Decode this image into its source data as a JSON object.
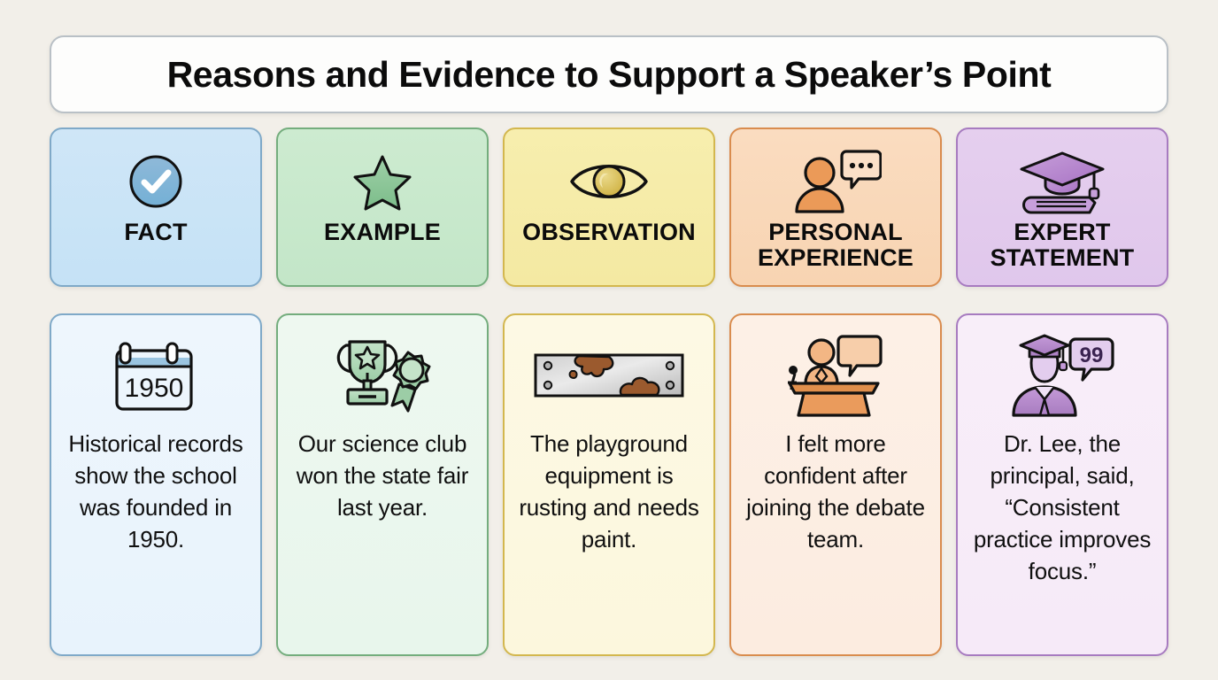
{
  "header": {
    "title": "Reasons and Evidence to Support a Speaker’s Point"
  },
  "colors": {
    "background": "#f2efe9",
    "title_card_bg": "#fdfdfc",
    "title_card_border": "#b9c0c6",
    "fact_accent": "#7fa9c8",
    "example_accent": "#74ad7d",
    "observation_accent": "#d3b74e",
    "personal_accent": "#d98c4e",
    "expert_accent": "#a77bc0"
  },
  "columns": [
    {
      "key": "fact",
      "label": "FACT",
      "header_icon": "check-circle-icon",
      "body_icon": "calendar-icon",
      "body_icon_value": "1950",
      "example_text": "Historical records show the school was founded in 1950."
    },
    {
      "key": "example",
      "label": "EXAMPLE",
      "header_icon": "star-icon",
      "body_icon": "trophy-award-icon",
      "body_icon_value": "",
      "example_text": "Our science club won the state fair last year."
    },
    {
      "key": "observation",
      "label": "OBSERVATION",
      "header_icon": "eye-icon",
      "body_icon": "rusty-metal-plate-icon",
      "body_icon_value": "",
      "example_text": "The playground equipment is rusting and needs paint."
    },
    {
      "key": "personal",
      "label": "PERSONAL EXPERIENCE",
      "header_icon": "person-speech-bubble-icon",
      "body_icon": "speaker-podium-icon",
      "body_icon_value": "",
      "example_text": "I felt more confident after joining the debate team."
    },
    {
      "key": "expert",
      "label": "EXPERT STATEMENT",
      "header_icon": "graduation-cap-book-icon",
      "body_icon": "graduate-quote-icon",
      "body_icon_value": "99",
      "example_text": "Dr. Lee, the principal, said, “Consistent practice improves focus.”"
    }
  ]
}
